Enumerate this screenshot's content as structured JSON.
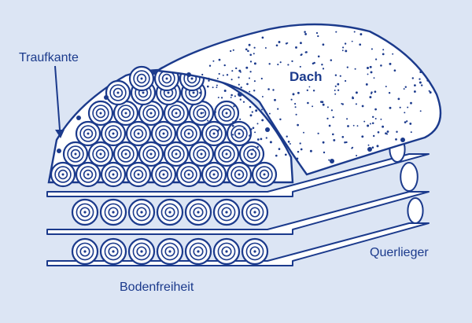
{
  "labels": {
    "eaves": "Traufkante",
    "roof": "Dach",
    "crossbeams": "Querlieger",
    "ground_clearance": "Bodenfreiheit"
  },
  "colors": {
    "background": "#dce5f4",
    "line": "#1b3a8c",
    "fill": "#ffffff"
  }
}
